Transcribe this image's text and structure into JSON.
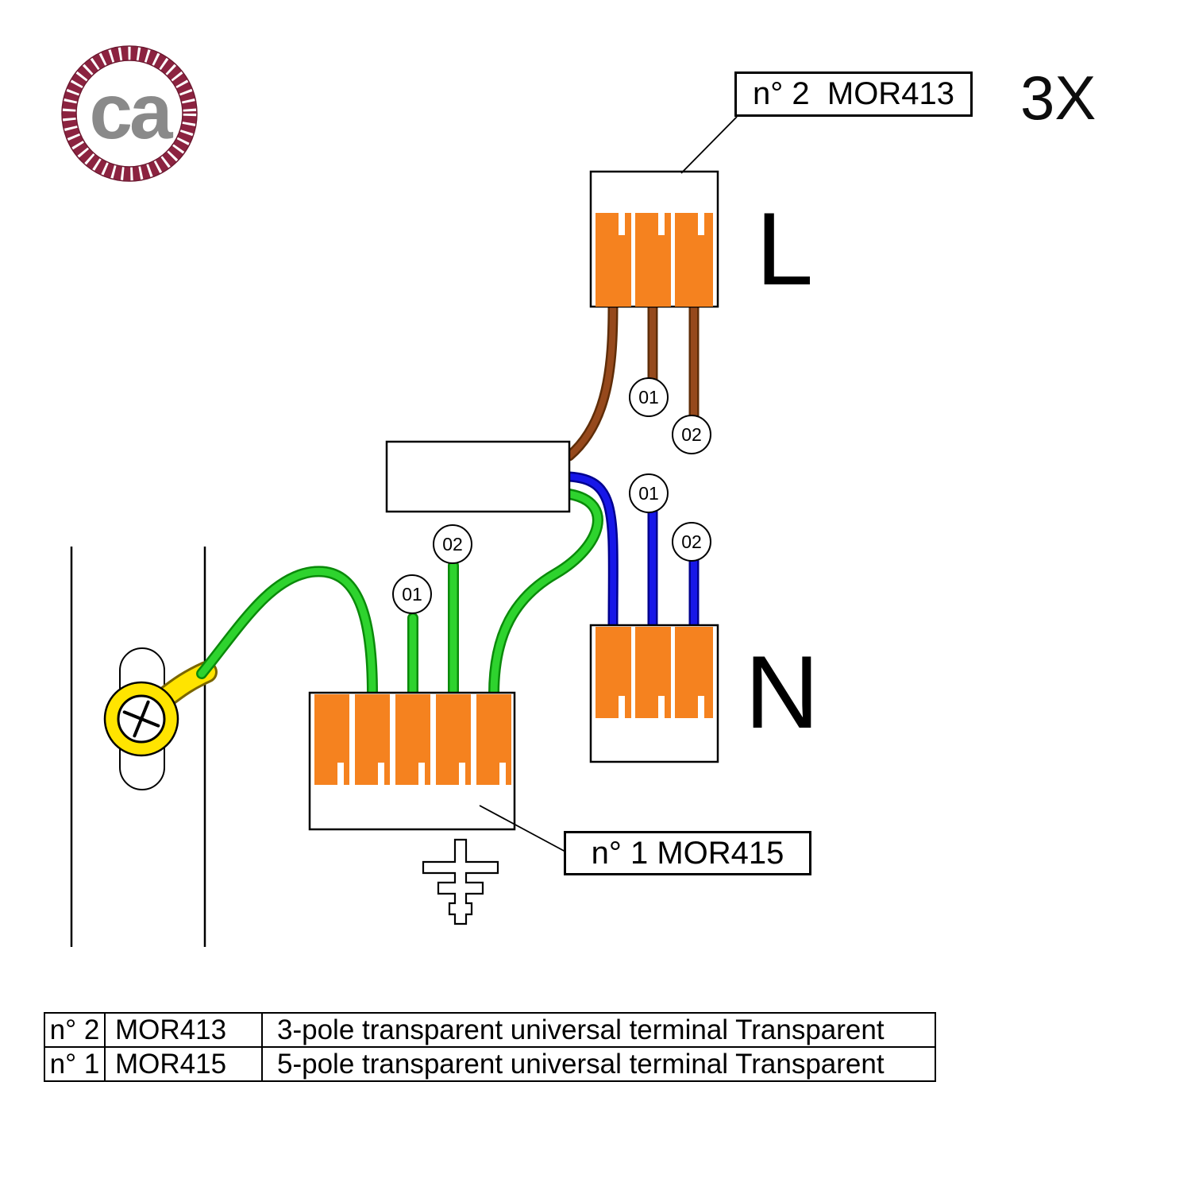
{
  "logo": {
    "text": "ca"
  },
  "header": {
    "top_label": "n° 2  MOR413",
    "multiplier": "3X"
  },
  "diagram": {
    "terminal_l_letter": "L",
    "terminal_n_letter": "N",
    "bottom_label": "n° 1 MOR415",
    "tags": {
      "t01": "01",
      "t02": "02"
    }
  },
  "colors": {
    "orange": "#f5821f",
    "brown": "#96491c",
    "blue": "#1717e8",
    "green": "#2ed32e",
    "yellow": "#ffe400",
    "logo_ring": "#8c2340",
    "logo_text": "#8a8a8a"
  },
  "table": {
    "rows": [
      {
        "qty": "n° 2",
        "code": "MOR413",
        "desc": "3-pole transparent universal terminal Transparent"
      },
      {
        "qty": "n° 1",
        "code": "MOR415",
        "desc": "5-pole transparent universal terminal Transparent"
      }
    ]
  }
}
